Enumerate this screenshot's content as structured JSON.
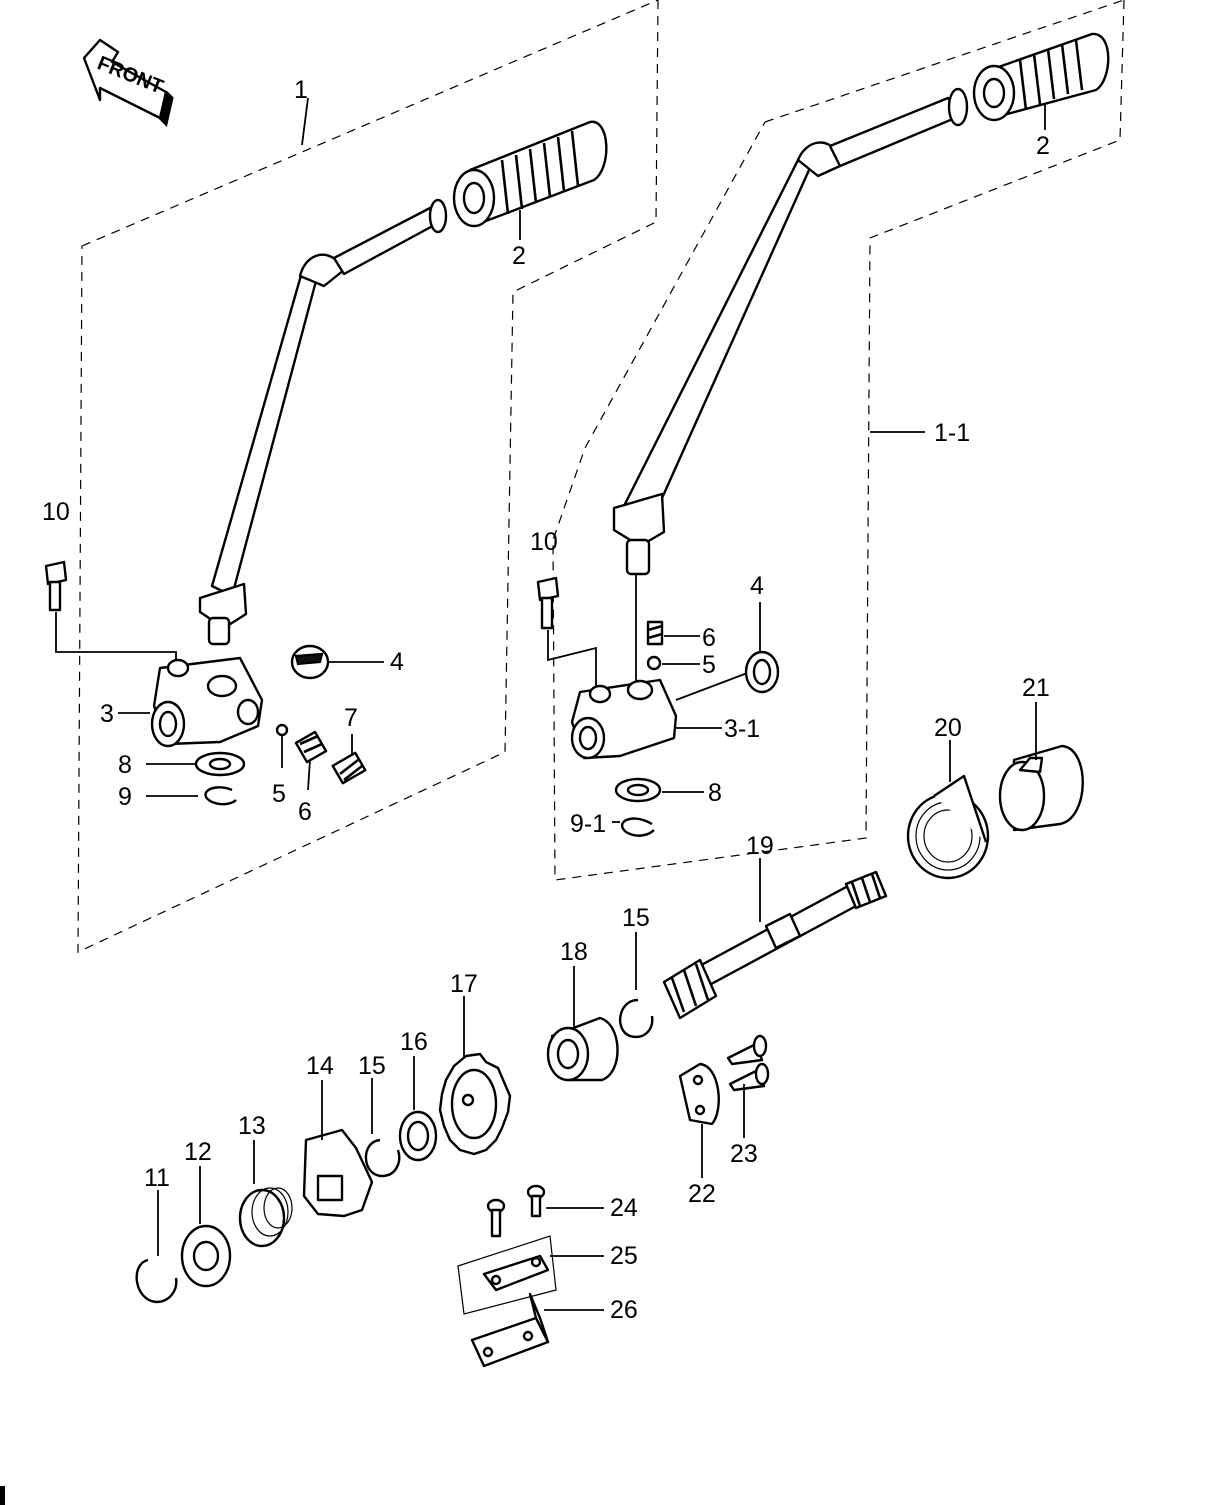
{
  "front_arrow": {
    "text": "FRONT"
  },
  "callouts": [
    {
      "id": "c1",
      "text": "1"
    },
    {
      "id": "c2a",
      "text": "2"
    },
    {
      "id": "c2b",
      "text": "2"
    },
    {
      "id": "c1-1",
      "text": "1-1"
    },
    {
      "id": "c10a",
      "text": "10"
    },
    {
      "id": "c10b",
      "text": "10"
    },
    {
      "id": "c3",
      "text": "3"
    },
    {
      "id": "c4a",
      "text": "4"
    },
    {
      "id": "c4b",
      "text": "4"
    },
    {
      "id": "c5a",
      "text": "5"
    },
    {
      "id": "c5b",
      "text": "5"
    },
    {
      "id": "c6a",
      "text": "6"
    },
    {
      "id": "c6b",
      "text": "6"
    },
    {
      "id": "c7",
      "text": "7"
    },
    {
      "id": "c8a",
      "text": "8"
    },
    {
      "id": "c8b",
      "text": "8"
    },
    {
      "id": "c9",
      "text": "9"
    },
    {
      "id": "c9-1",
      "text": "9-1"
    },
    {
      "id": "c3-1",
      "text": "3-1"
    },
    {
      "id": "c11",
      "text": "11"
    },
    {
      "id": "c12",
      "text": "12"
    },
    {
      "id": "c13",
      "text": "13"
    },
    {
      "id": "c14",
      "text": "14"
    },
    {
      "id": "c15a",
      "text": "15"
    },
    {
      "id": "c15b",
      "text": "15"
    },
    {
      "id": "c16",
      "text": "16"
    },
    {
      "id": "c17",
      "text": "17"
    },
    {
      "id": "c18",
      "text": "18"
    },
    {
      "id": "c19",
      "text": "19"
    },
    {
      "id": "c20",
      "text": "20"
    },
    {
      "id": "c21",
      "text": "21"
    },
    {
      "id": "c22",
      "text": "22"
    },
    {
      "id": "c23",
      "text": "23"
    },
    {
      "id": "c24",
      "text": "24"
    },
    {
      "id": "c25",
      "text": "25"
    },
    {
      "id": "c26",
      "text": "26"
    }
  ]
}
